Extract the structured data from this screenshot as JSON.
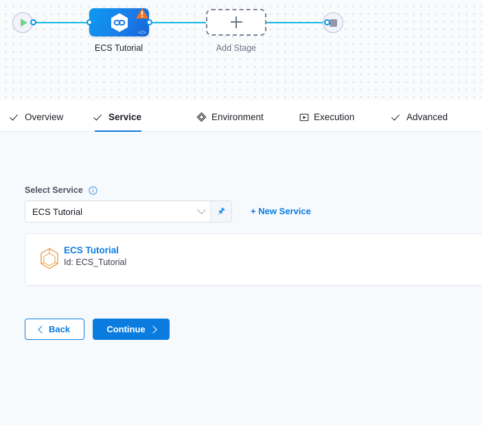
{
  "pipeline": {
    "start_node": {
      "icon": "play-icon"
    },
    "end_node": {
      "icon": "stop-square-icon"
    },
    "stage": {
      "caption": "ECS Tutorial",
      "icon": "harness-hexagon-icon",
      "badge_icon": "warning-triangle-icon",
      "code_glyph": "</>",
      "accent_color": "#1b7ee8",
      "warning_color": "#f5721d"
    },
    "add_stage": {
      "caption": "Add Stage",
      "icon": "plus-icon"
    },
    "connector_color": "#0fb8e8"
  },
  "tabs": [
    {
      "label": "Overview",
      "icon": "check-icon",
      "active": false
    },
    {
      "label": "Service",
      "icon": "check-icon",
      "active": true
    },
    {
      "label": "Environment",
      "icon": "layers-diamond-icon",
      "active": false
    },
    {
      "label": "Execution",
      "icon": "play-box-icon",
      "active": false
    },
    {
      "label": "Advanced",
      "icon": "check-icon",
      "active": false
    }
  ],
  "service_section": {
    "label": "Select Service",
    "info_icon": "info-icon",
    "dropdown": {
      "value": "ECS Tutorial",
      "placeholder": "Select Service",
      "chevron_icon": "chevron-down-icon"
    },
    "pin_button": {
      "icon": "pin-icon"
    },
    "new_service_link": "+ New Service",
    "card": {
      "icon": "cube-hexagon-icon",
      "title": "ECS Tutorial",
      "subtitle": "Id: ECS_Tutorial"
    }
  },
  "footer": {
    "back_label": "Back",
    "continue_label": "Continue",
    "back_icon": "chevron-left-icon",
    "continue_icon": "chevron-right-icon",
    "primary_color": "#0a7ce0"
  }
}
